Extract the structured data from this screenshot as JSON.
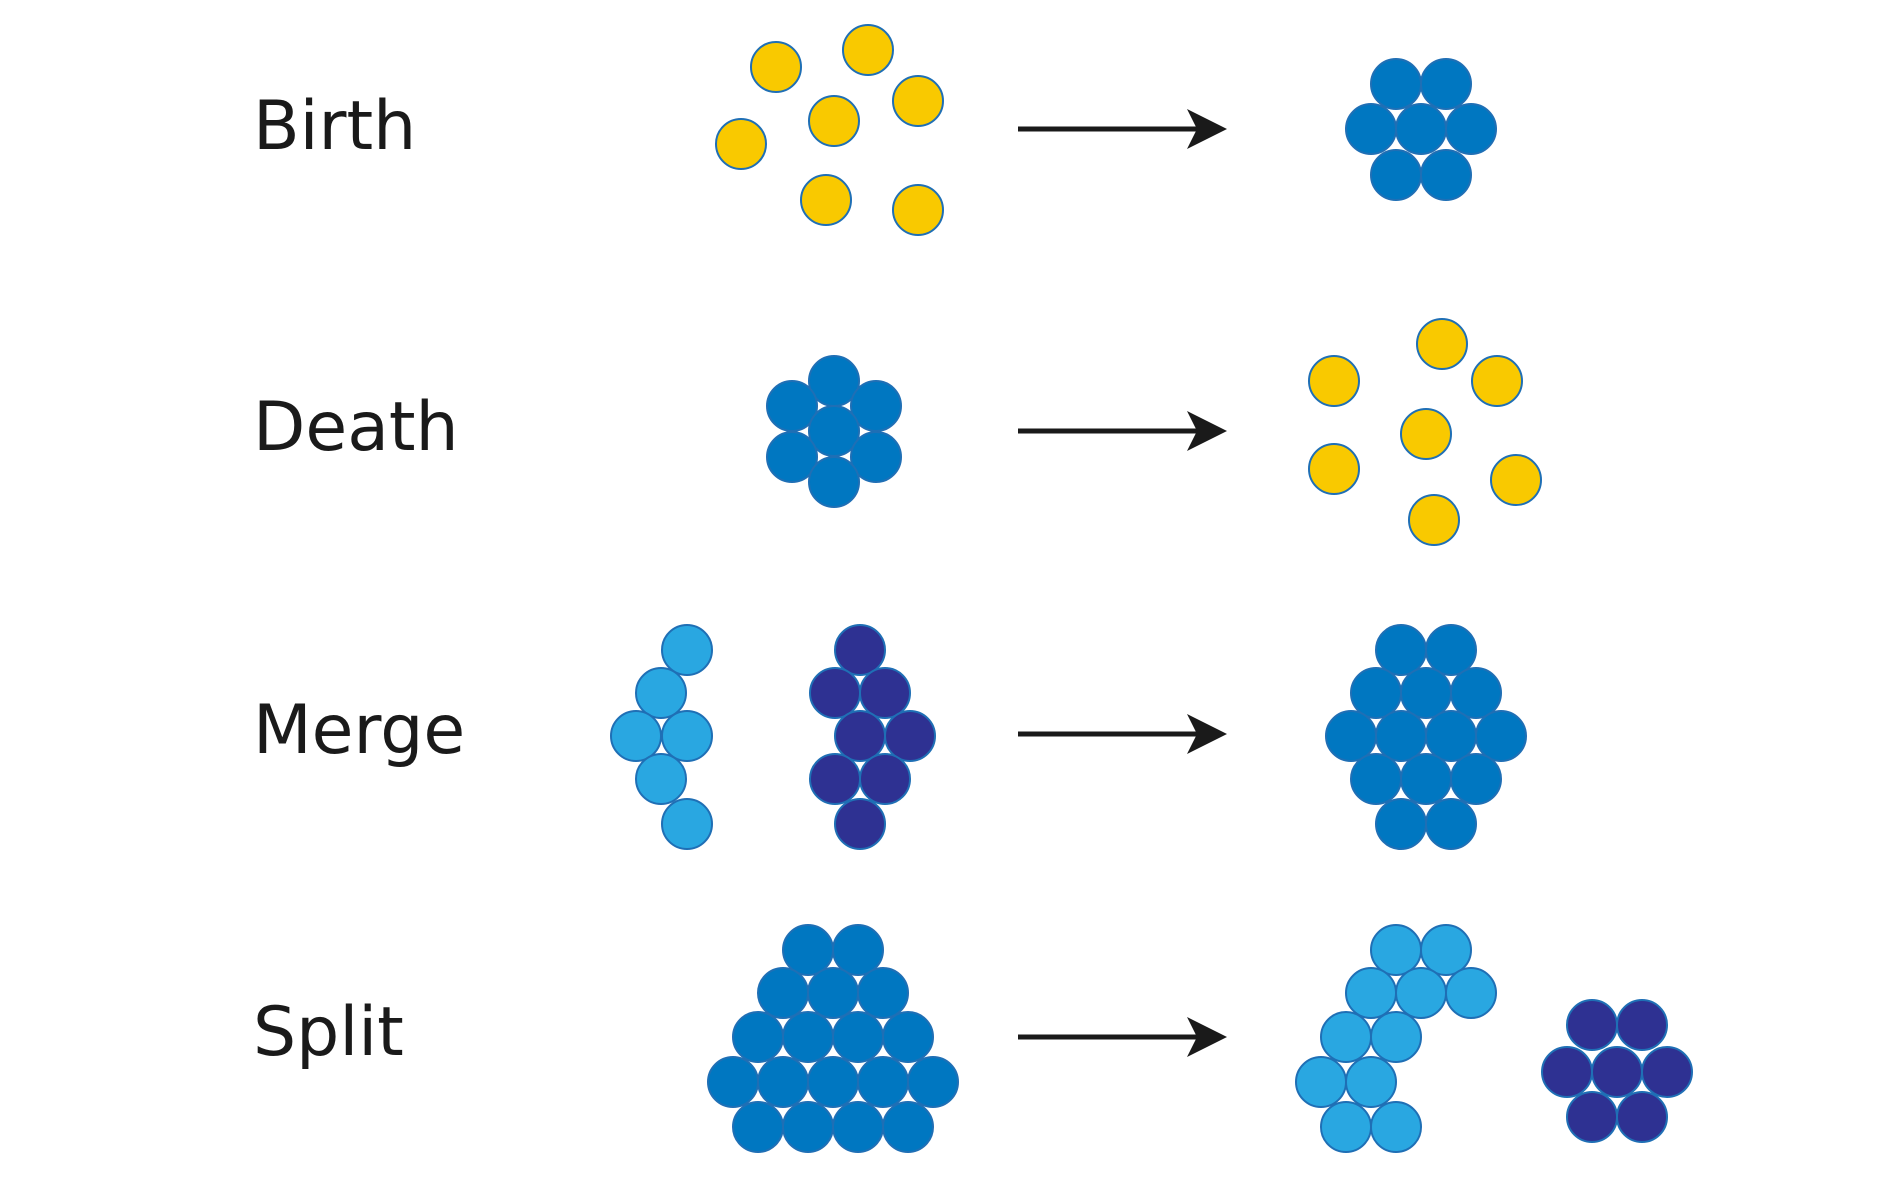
{
  "colors": {
    "yellow": "#f9c900",
    "blue": "#0077c1",
    "light_blue": "#29a7e1",
    "dark_blue": "#2e3192",
    "outline": "#1f6fb5",
    "arrow": "#1a1a1a",
    "text": "#1a1a1a",
    "background": "#ffffff"
  },
  "rows": [
    {
      "label": "Birth",
      "before": "scattered yellow circles",
      "after": "blue cluster"
    },
    {
      "label": "Death",
      "before": "blue cluster",
      "after": "scattered yellow circles"
    },
    {
      "label": "Merge",
      "before": "light blue group and dark blue group",
      "after": "single blue cluster"
    },
    {
      "label": "Split",
      "before": "blue cluster",
      "after": "light blue group and dark blue group"
    }
  ]
}
